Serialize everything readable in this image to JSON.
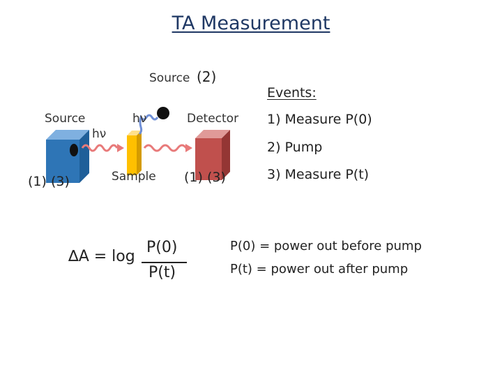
{
  "title": "TA Measurement",
  "labels": {
    "source_top": "Source",
    "source_top_num": "(2)",
    "source_left": "Source",
    "hv_top": "hν",
    "hv_left": "hν",
    "detector": "Detector",
    "sample": "Sample",
    "left_nums": "(1)  (3)",
    "right_nums": "(1)  (3)"
  },
  "events": {
    "heading": "Events:",
    "items": [
      "1)  Measure P(0)",
      "2)  Pump",
      "3)  Measure P(t)"
    ]
  },
  "equation": {
    "lhs": "∆A = log",
    "numerator": "P(0)",
    "denominator": "P(t)"
  },
  "definitions": [
    "P(0) = power out before pump",
    "P(t) = power out after pump"
  ],
  "colors": {
    "title": "#1f3864",
    "source_cube": "#2e75b6",
    "sample_slab": "#ffc000",
    "detector_cube": "#c0504d",
    "probe_wave": "#e87a7a",
    "pump_wave": "#6f8fd6"
  }
}
